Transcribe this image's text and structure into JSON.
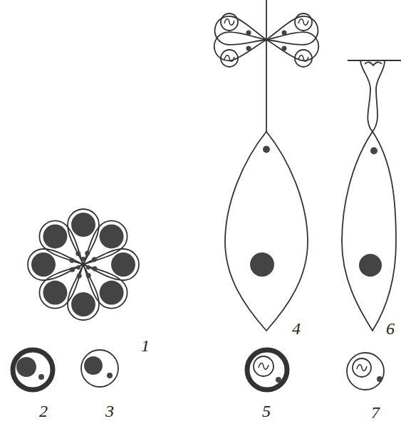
{
  "diagram": {
    "labels": [
      "1",
      "4",
      "6",
      "2",
      "3",
      "5",
      "7"
    ]
  }
}
